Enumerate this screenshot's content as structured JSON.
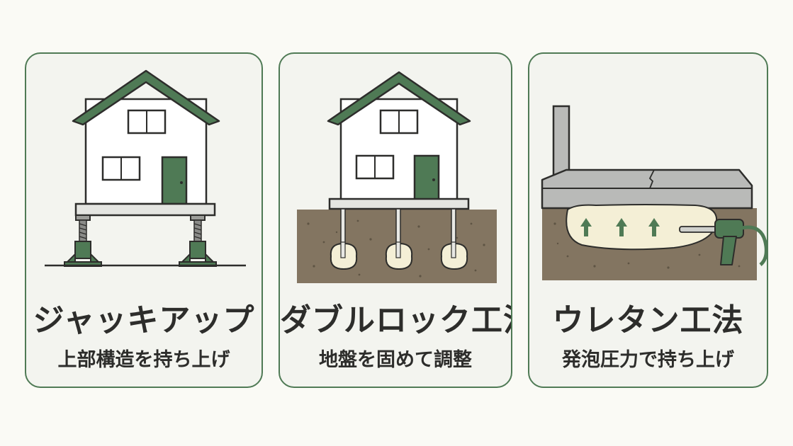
{
  "colors": {
    "roof": "#4f7a55",
    "door": "#4f7a55",
    "card_border": "#4f7a55",
    "soil": "#837561",
    "foam": "#f4efd6",
    "slab": "#b9bab8",
    "text": "#2d2d2b"
  },
  "panels": [
    {
      "title": "ジャッキアップ",
      "subtitle": "上部構造を持ち上げ",
      "icon": "house-on-jacks"
    },
    {
      "title": "ダブルロック工法",
      "subtitle": "地盤を固めて調整",
      "icon": "house-on-grout-piles"
    },
    {
      "title": "ウレタン工法",
      "subtitle": "発泡圧力で持ち上げ",
      "icon": "slab-foam-injection"
    }
  ]
}
